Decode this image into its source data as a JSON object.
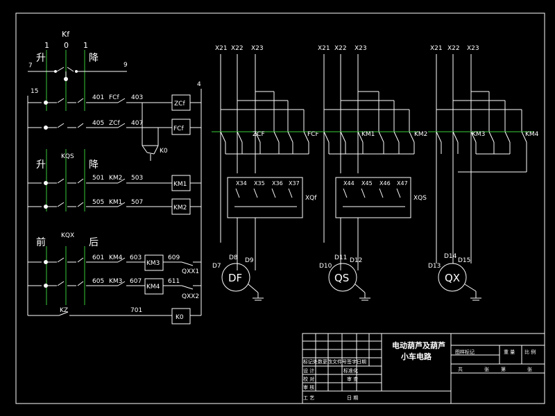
{
  "control": {
    "switch_kf": "Kf",
    "pos_1a": "1",
    "pos_0": "0",
    "pos_1b": "1",
    "up": "升",
    "down": "降",
    "node_7": "7",
    "node_9": "9",
    "node_15": "15",
    "node_4": "4",
    "n401": "401",
    "fcf1": "FCf",
    "n403": "403",
    "zcf_coil": "ZCf",
    "n405": "405",
    "zcf1": "ZCf",
    "n407": "407",
    "fcf_coil": "FCf",
    "k0_contact": "K0",
    "kqs": "KQS",
    "up2": "升",
    "down2": "降",
    "n501": "501",
    "km2a": "KM2",
    "n503": "503",
    "km1_coil": "KM1",
    "n505": "505",
    "km1a": "KM1",
    "n507": "507",
    "km2_coil": "KM2",
    "front": "前",
    "kqx": "KQX",
    "back": "后",
    "n601": "601",
    "km4a": "KM4",
    "n603": "603",
    "km3_coil": "KM3",
    "n609": "609",
    "qxx1": "QXX1",
    "n605": "605",
    "km3a": "KM3",
    "n607": "607",
    "km4_coil": "KM4",
    "n611": "611",
    "qxx2": "QXX2",
    "kz": "KZ",
    "n701": "701",
    "k0_coil": "K0"
  },
  "power": {
    "g1": {
      "x21": "X21",
      "x22": "X22",
      "x23": "X23",
      "c1": "ZCF",
      "c2": "FCF",
      "x34": "X34",
      "x35": "X35",
      "x36": "X36",
      "x37": "X37",
      "box": "XQf",
      "d7": "D7",
      "d8": "D8",
      "d9": "D9",
      "motor": "DF"
    },
    "g2": {
      "x21": "X21",
      "x22": "X22",
      "x23": "X23",
      "c1": "KM1",
      "c2": "KM2",
      "x44": "X44",
      "x45": "X45",
      "x46": "X46",
      "x47": "X47",
      "box": "XQS",
      "d10": "D10",
      "d11": "D11",
      "d12": "D12",
      "motor": "QS"
    },
    "g3": {
      "x21": "X21",
      "x22": "X22",
      "x23": "X23",
      "c1": "KM3",
      "c2": "KM4",
      "d13": "D13",
      "d14": "D14",
      "d15": "D15",
      "motor": "QX"
    }
  },
  "title_block": {
    "title_line1": "电动葫芦及葫芦",
    "title_line2": "小车电路",
    "row1": "标记处数更改文件号签字日期",
    "design": "设 计",
    "standard": "标准化",
    "check": "校 对",
    "review": "审 查",
    "audit": "审 核",
    "process": "工 艺",
    "date": "日 期",
    "stage_mark": "图样标记",
    "weight": "重 量",
    "scale": "比 例",
    "total": "共",
    "sheets": "张",
    "sheet": "第",
    "sheet2": "张"
  }
}
